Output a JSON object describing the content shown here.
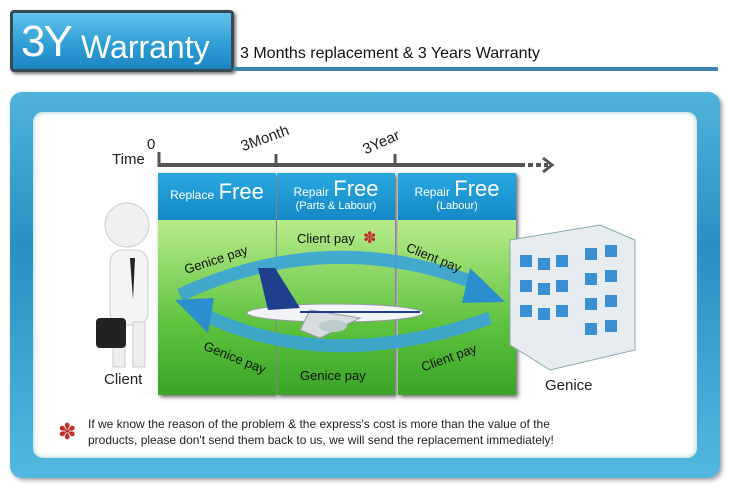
{
  "header": {
    "badge_big": "3Y",
    "badge_small": "Warranty",
    "subtitle": "3 Months replacement & 3 Years Warranty"
  },
  "timeline": {
    "axis_label": "Time",
    "ticks": [
      "0",
      "3Month",
      "3Year"
    ]
  },
  "columns": [
    {
      "word": "Replace",
      "free": "Free",
      "sub": ""
    },
    {
      "word": "Repair",
      "free": "Free",
      "sub": "(Parts & Labour)"
    },
    {
      "word": "Repair",
      "free": "Free",
      "sub": "(Labour)"
    }
  ],
  "flow": {
    "top_left": "Genice pay",
    "top_mid": "Client pay",
    "top_right": "Client pay",
    "bottom_left": "Genice pay",
    "bottom_mid": "Genice pay",
    "bottom_right": "Client pay"
  },
  "parties": {
    "client": "Client",
    "genice": "Genice"
  },
  "footnote": [
    "If we know the reason of the problem & the express's cost is more than the value of the",
    "products, please don't send them back to us, we will send the replacement immediately!"
  ],
  "colors": {
    "blue": "#1a8fd0",
    "green": "#5ec23e",
    "arrow": "#3aa3d8",
    "flower": "#c0302a"
  }
}
